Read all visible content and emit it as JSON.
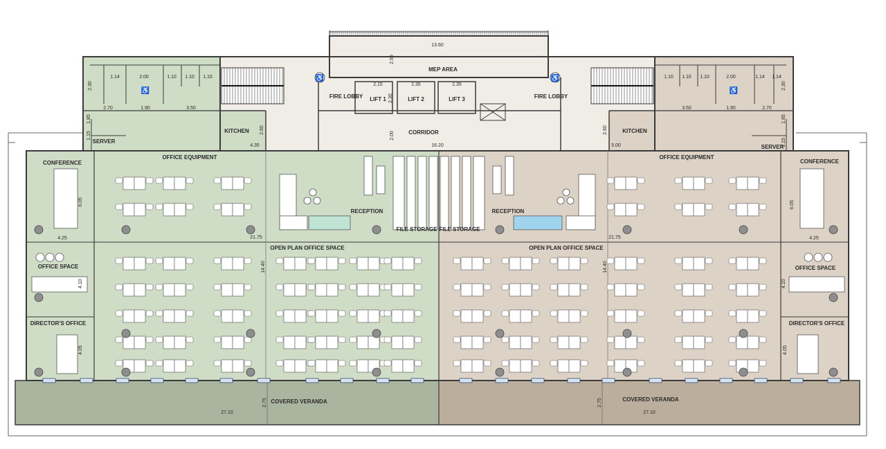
{
  "colors": {
    "green_floor": "#cfdcc6",
    "green_veranda": "#a9b59e",
    "beige_floor": "#ddd2c6",
    "beige_veranda": "#bcae9c",
    "core": "#f0ece6",
    "wall": "#3a3a3a",
    "desk": "#ffffff",
    "column": "#8e8e8e",
    "water": "#bfe3d4",
    "water2": "#9fd3ee"
  },
  "labels": {
    "mep_area": "MEP AREA",
    "fire_lobby": "FIRE LOBBY",
    "lift_1": "LIFT 1",
    "lift_2": "LIFT 2",
    "lift_3": "LIFT 3",
    "corridor": "CORRIDOR",
    "kitchen": "KITCHEN",
    "server": "SERVER",
    "conference": "CONFERENCE",
    "office_equipment": "OFFICE EQUIPMENT",
    "reception": "RECEPTION",
    "file_storage": "FILE STORAGE",
    "open_plan_office_space": "OPEN PLAN OFFICE SPACE",
    "office_space": "OFFICE SPACE",
    "directors_office": "DIRECTOR'S OFFICE",
    "covered_veranda": "COVERED VERANDA"
  },
  "dimensions": {
    "mep_width": "13.60",
    "mep_height": "2.50",
    "lift1_width": "2.15",
    "lift2_width": "2.35",
    "lift3_width": "2.35",
    "lift_height": "2.30",
    "corridor_width": "16.20",
    "corridor_height": "2.00",
    "kitchen_left": "4.35",
    "kitchen_right": "5.00",
    "kitchen_height": "2.60",
    "open_plan_width": "21.75",
    "open_plan_height": "14.40",
    "conference_width": "4.25",
    "conference_height": "6.05",
    "office_height": "4.10",
    "director_height": "4.05",
    "veranda_width": "27.10",
    "veranda_depth": "2.75",
    "wc_a": "2.70",
    "wc_b": "1.90",
    "wc_c": "3.50",
    "wc_d": "2.00",
    "wc_e": "1.10",
    "wc_f": "1.14",
    "wc_g": "2.30",
    "wc_h": "1.85",
    "wc_i": "1.15"
  }
}
